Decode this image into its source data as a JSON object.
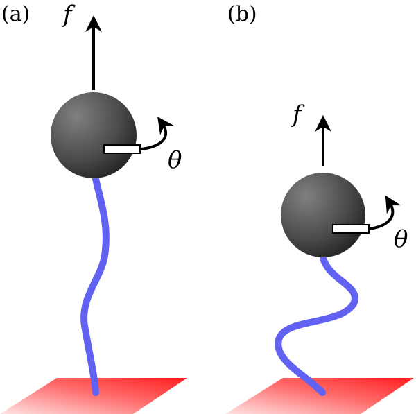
{
  "panels": [
    {
      "label": "(a)",
      "force_label": "f",
      "angle_label": "θ"
    },
    {
      "label": "(b)",
      "force_label": "f",
      "angle_label": "θ"
    }
  ],
  "colors": {
    "chain": "#6161f2",
    "bead_light": "#777777",
    "bead_dark": "#222222",
    "surface_light": "#ffd0d0",
    "surface_dark": "#ff1f1f",
    "arrow": "#000000"
  },
  "icons": {
    "force_arrow": "up-arrow-icon",
    "torque_arrow": "curved-arrow-icon"
  }
}
